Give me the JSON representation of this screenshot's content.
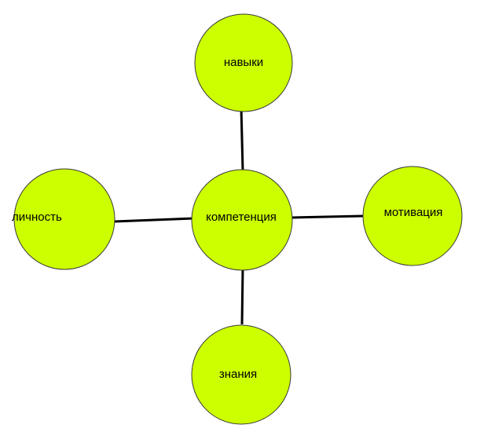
{
  "colors": {
    "node_fill": "#ccff00",
    "node_stroke": "#3a3a3a",
    "connector": "#000000"
  },
  "nodes": {
    "center": {
      "label": "компетенция"
    },
    "top": {
      "label": "навыки"
    },
    "left": {
      "label": "личность"
    },
    "right": {
      "label": "мотивация"
    },
    "bottom": {
      "label": "знания"
    }
  }
}
